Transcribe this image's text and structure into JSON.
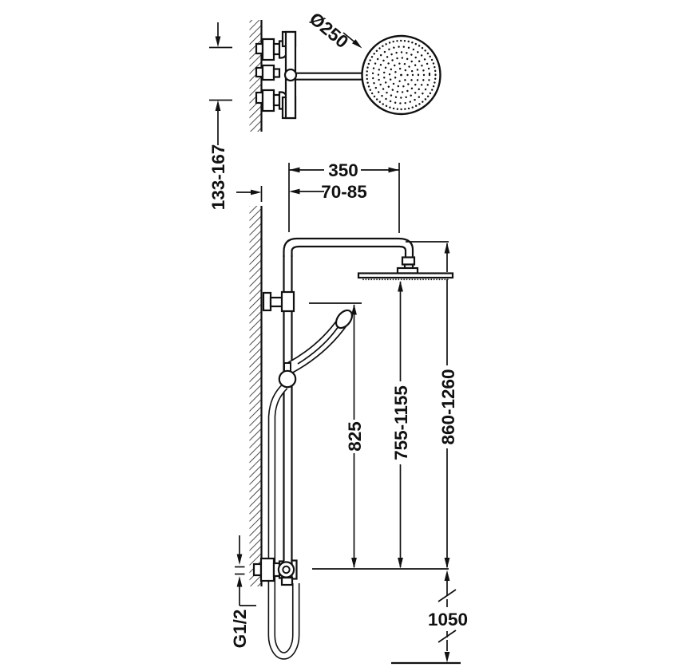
{
  "colors": {
    "background": "#ffffff",
    "line": "#111111"
  },
  "dims": {
    "head_diameter": "Ø250",
    "valve_offset": "133-167",
    "arm_projection": "350",
    "wall_to_riser": "70-85",
    "handshower_height": "825",
    "head_height": "755-1155",
    "column_height": "860-1260",
    "inlet_thread": "G1/2",
    "floor_reference": "1050"
  }
}
